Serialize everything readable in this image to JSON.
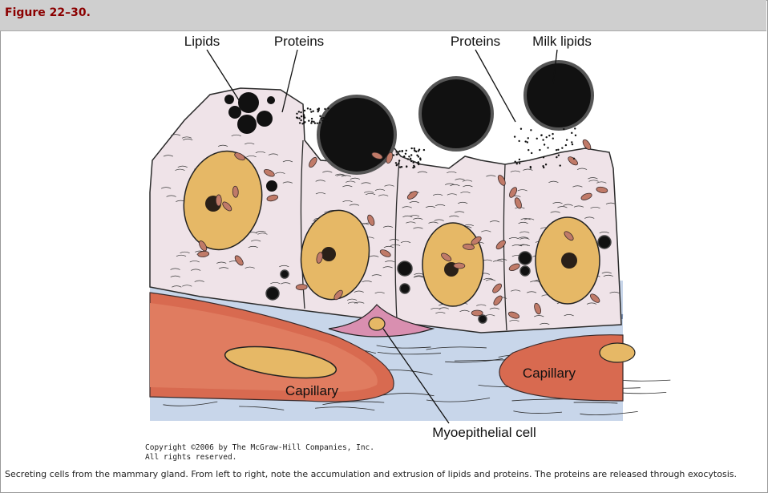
{
  "header": {
    "title": "Figure 22–30."
  },
  "figure": {
    "labels": {
      "lipids": "Lipids",
      "proteins_left": "Proteins",
      "proteins_right": "Proteins",
      "milk_lipids": "Milk lipids",
      "capillary_left": "Capillary",
      "capillary_right": "Capillary",
      "myoepithelial": "Myoepithelial cell"
    },
    "colors": {
      "cytoplasm": "#efe3e8",
      "nucleus": "#e6b866",
      "lipid": "#111111",
      "capillary": "#d86a50",
      "connective": "#c8d6ea",
      "myoepithelial": "#d98fb0",
      "mitochondria": "#c07a68"
    }
  },
  "copyright": {
    "line1": "Copyright ©2006 by The McGraw-Hill Companies, Inc.",
    "line2": "All rights reserved."
  },
  "caption": "Secreting cells from the mammary gland. From left to right, note the accumulation and extrusion of lipids and proteins. The proteins are released through exocytosis."
}
